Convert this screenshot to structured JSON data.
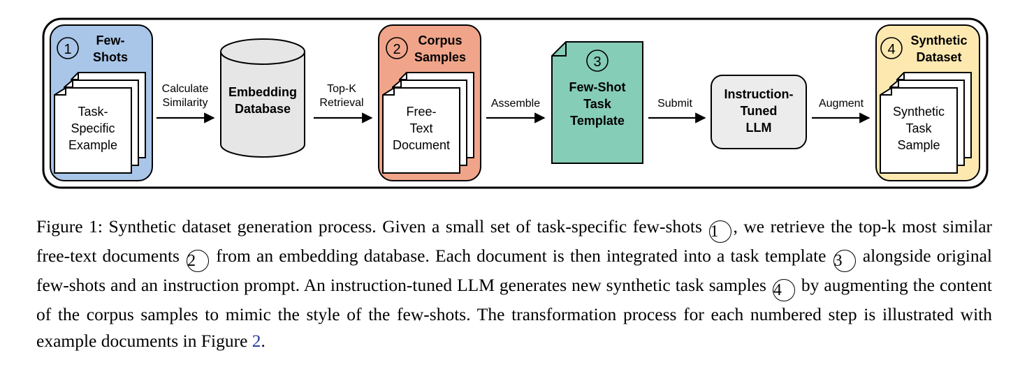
{
  "diagram": {
    "stages": [
      {
        "num": "1",
        "title": [
          "Few-",
          "Shots"
        ],
        "doc_text": [
          "Task-",
          "Specific",
          "Example"
        ],
        "color": "#a9c6e8"
      },
      {
        "num": "2",
        "title": [
          "Corpus",
          "Samples"
        ],
        "doc_text": [
          "Free-",
          "Text",
          "Document"
        ],
        "color": "#f0a58a"
      },
      {
        "num": "4",
        "title": [
          "Synthetic",
          "Dataset"
        ],
        "doc_text": [
          "Synthetic",
          "Task",
          "Sample"
        ],
        "color": "#fde9b0"
      }
    ],
    "database": {
      "label": [
        "Embedding",
        "Database"
      ],
      "color": "#e6e6e6"
    },
    "template": {
      "num": "3",
      "label": [
        "Few-Shot",
        "Task",
        "Template"
      ],
      "color": "#86cdb8"
    },
    "llm": {
      "label": [
        "Instruction-",
        "Tuned",
        "LLM"
      ],
      "color": "#ececec"
    },
    "arrows": {
      "calculate": [
        "Calculate",
        "Similarity"
      ],
      "retrieval": [
        "Top-K",
        "Retrieval"
      ],
      "assemble": [
        "Assemble"
      ],
      "submit": [
        "Submit"
      ],
      "augment": [
        "Augment"
      ]
    }
  },
  "caption": {
    "p1": "Figure 1: Synthetic dataset generation process. Given a small set of task-specific few-shots",
    "c1": "1",
    "p2": ", we retrieve the top-k most similar free-text documents",
    "c2": "2",
    "p3": "from an embedding database. Each document is then integrated into a task template",
    "c3": "3",
    "p4": "alongside original few-shots and an instruction prompt. An instruction-tuned LLM generates new synthetic task samples",
    "c4": "4",
    "p5": "by augmenting the content of the corpus samples to mimic the style of the few-shots. The transformation process for each numbered step is illustrated with example documents in Figure",
    "ref": "2",
    "p6": "."
  }
}
